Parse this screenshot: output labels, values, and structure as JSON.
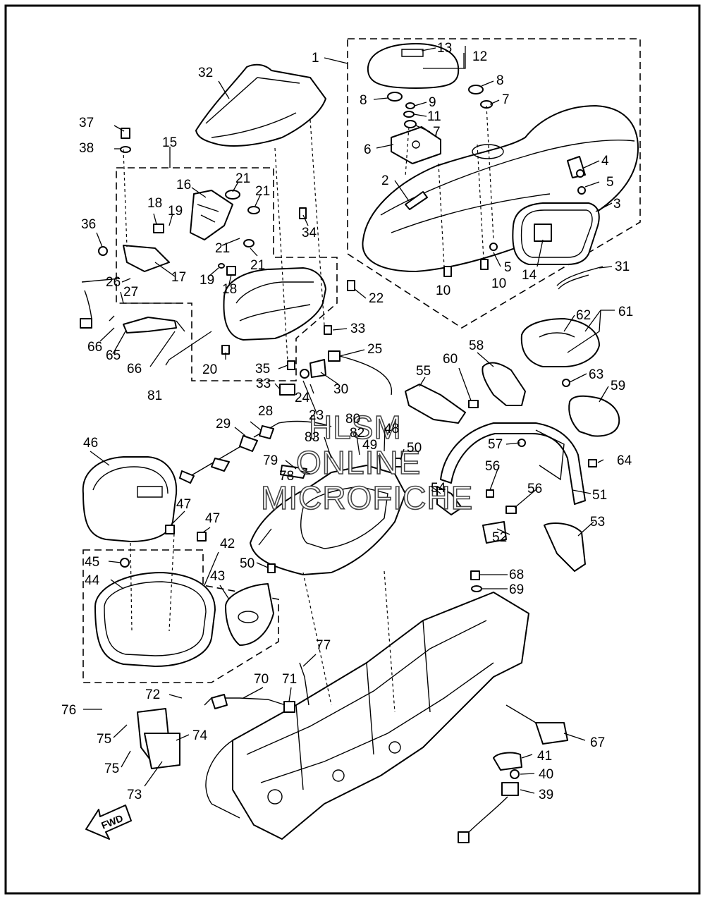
{
  "diagram": {
    "direction_arrow_text": "FWD",
    "watermark_lines": [
      "HLSM",
      "ONLINE",
      "MICROFICHE"
    ],
    "callouts": [
      "1",
      "2",
      "3",
      "4",
      "5",
      "5",
      "6",
      "7",
      "7",
      "8",
      "8",
      "9",
      "10",
      "10",
      "11",
      "12",
      "13",
      "14",
      "15",
      "16",
      "17",
      "18",
      "18",
      "19",
      "19",
      "20",
      "21",
      "21",
      "21",
      "21",
      "22",
      "23",
      "24",
      "25",
      "26",
      "27",
      "28",
      "29",
      "30",
      "31",
      "32",
      "33",
      "33",
      "34",
      "35",
      "36",
      "37",
      "38",
      "39",
      "40",
      "41",
      "42",
      "43",
      "44",
      "45",
      "46",
      "47",
      "47",
      "48",
      "49",
      "50",
      "50",
      "51",
      "52",
      "53",
      "54",
      "55",
      "56",
      "56",
      "57",
      "58",
      "59",
      "60",
      "61",
      "62",
      "63",
      "64",
      "65",
      "66",
      "66",
      "67",
      "68",
      "69",
      "70",
      "71",
      "72",
      "73",
      "74",
      "75",
      "75",
      "76",
      "77",
      "78",
      "79",
      "80",
      "81",
      "82",
      "83"
    ]
  }
}
